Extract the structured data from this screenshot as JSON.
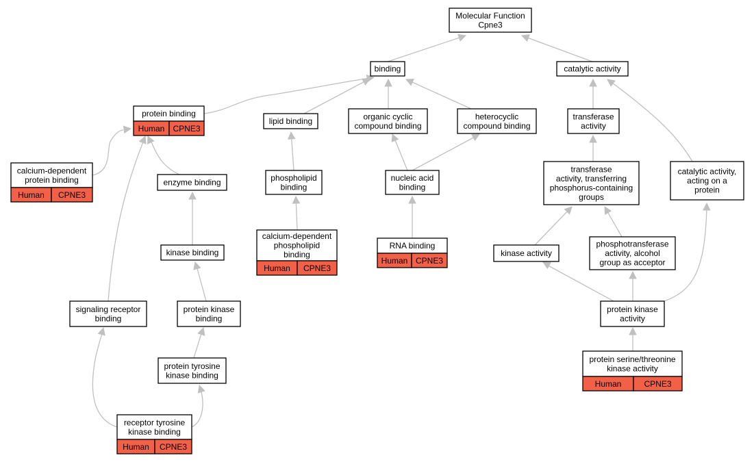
{
  "colors": {
    "annotation_fill": "#f36048",
    "edge": "#c0c0c0",
    "node_border": "#000000"
  },
  "nodes": [
    {
      "id": "mf",
      "lines": [
        "Molecular Function",
        "Cpne3"
      ]
    },
    {
      "id": "binding",
      "lines": [
        "binding"
      ]
    },
    {
      "id": "catalytic",
      "lines": [
        "catalytic activity"
      ]
    },
    {
      "id": "protein_binding",
      "lines": [
        "protein binding"
      ],
      "annotation": {
        "organism": "Human",
        "gene": "CPNE3"
      }
    },
    {
      "id": "lipid_binding",
      "lines": [
        "lipid binding"
      ]
    },
    {
      "id": "organic_cyclic",
      "lines": [
        "organic cyclic",
        "compound binding"
      ]
    },
    {
      "id": "heterocyclic",
      "lines": [
        "heterocyclic",
        "compound binding"
      ]
    },
    {
      "id": "transferase",
      "lines": [
        "transferase",
        "activity"
      ]
    },
    {
      "id": "calcium_protein",
      "lines": [
        "calcium-dependent",
        "protein binding"
      ],
      "annotation": {
        "organism": "Human",
        "gene": "CPNE3"
      }
    },
    {
      "id": "enzyme_binding",
      "lines": [
        "enzyme binding"
      ]
    },
    {
      "id": "phospholipid",
      "lines": [
        "phospholipid",
        "binding"
      ]
    },
    {
      "id": "nucleic_acid",
      "lines": [
        "nucleic acid",
        "binding"
      ]
    },
    {
      "id": "transferase_phos",
      "lines": [
        "transferase",
        "activity, transferring",
        "phosphorus-containing",
        "groups"
      ]
    },
    {
      "id": "catalytic_protein",
      "lines": [
        "catalytic activity,",
        "acting on a",
        "protein"
      ]
    },
    {
      "id": "kinase_binding",
      "lines": [
        "kinase binding"
      ]
    },
    {
      "id": "calcium_phospholipid",
      "lines": [
        "calcium-dependent",
        "phospholipid",
        "binding"
      ],
      "annotation": {
        "organism": "Human",
        "gene": "CPNE3"
      }
    },
    {
      "id": "rna_binding",
      "lines": [
        "RNA binding"
      ],
      "annotation": {
        "organism": "Human",
        "gene": "CPNE3"
      }
    },
    {
      "id": "kinase_activity",
      "lines": [
        "kinase activity"
      ]
    },
    {
      "id": "phosphotransferase",
      "lines": [
        "phosphotransferase",
        "activity, alcohol",
        "group as acceptor"
      ]
    },
    {
      "id": "signaling_receptor",
      "lines": [
        "signaling receptor",
        "binding"
      ]
    },
    {
      "id": "protein_kinase_binding",
      "lines": [
        "protein kinase",
        "binding"
      ]
    },
    {
      "id": "protein_kinase_activity",
      "lines": [
        "protein kinase",
        "activity"
      ]
    },
    {
      "id": "protein_tyrosine",
      "lines": [
        "protein tyrosine",
        "kinase binding"
      ]
    },
    {
      "id": "protein_serine",
      "lines": [
        "protein serine/threonine",
        "kinase activity"
      ],
      "annotation": {
        "organism": "Human",
        "gene": "CPNE3"
      }
    },
    {
      "id": "receptor_tyrosine",
      "lines": [
        "receptor tyrosine",
        "kinase binding"
      ],
      "annotation": {
        "organism": "Human",
        "gene": "CPNE3"
      }
    }
  ],
  "edges": [
    {
      "from": "binding",
      "to": "mf"
    },
    {
      "from": "catalytic",
      "to": "mf"
    },
    {
      "from": "protein_binding",
      "to": "binding"
    },
    {
      "from": "lipid_binding",
      "to": "binding"
    },
    {
      "from": "organic_cyclic",
      "to": "binding"
    },
    {
      "from": "heterocyclic",
      "to": "binding"
    },
    {
      "from": "transferase",
      "to": "catalytic"
    },
    {
      "from": "catalytic_protein",
      "to": "catalytic"
    },
    {
      "from": "calcium_protein",
      "to": "protein_binding"
    },
    {
      "from": "enzyme_binding",
      "to": "protein_binding"
    },
    {
      "from": "signaling_receptor",
      "to": "protein_binding"
    },
    {
      "from": "phospholipid",
      "to": "lipid_binding"
    },
    {
      "from": "nucleic_acid",
      "to": "organic_cyclic"
    },
    {
      "from": "nucleic_acid",
      "to": "heterocyclic"
    },
    {
      "from": "transferase_phos",
      "to": "transferase"
    },
    {
      "from": "kinase_binding",
      "to": "enzyme_binding"
    },
    {
      "from": "calcium_phospholipid",
      "to": "phospholipid"
    },
    {
      "from": "rna_binding",
      "to": "nucleic_acid"
    },
    {
      "from": "kinase_activity",
      "to": "transferase_phos"
    },
    {
      "from": "phosphotransferase",
      "to": "transferase_phos"
    },
    {
      "from": "protein_kinase_binding",
      "to": "kinase_binding"
    },
    {
      "from": "protein_kinase_activity",
      "to": "kinase_activity"
    },
    {
      "from": "protein_kinase_activity",
      "to": "phosphotransferase"
    },
    {
      "from": "protein_kinase_activity",
      "to": "catalytic_protein"
    },
    {
      "from": "protein_tyrosine",
      "to": "protein_kinase_binding"
    },
    {
      "from": "protein_serine",
      "to": "protein_kinase_activity"
    },
    {
      "from": "receptor_tyrosine",
      "to": "protein_tyrosine"
    },
    {
      "from": "receptor_tyrosine",
      "to": "signaling_receptor"
    }
  ]
}
